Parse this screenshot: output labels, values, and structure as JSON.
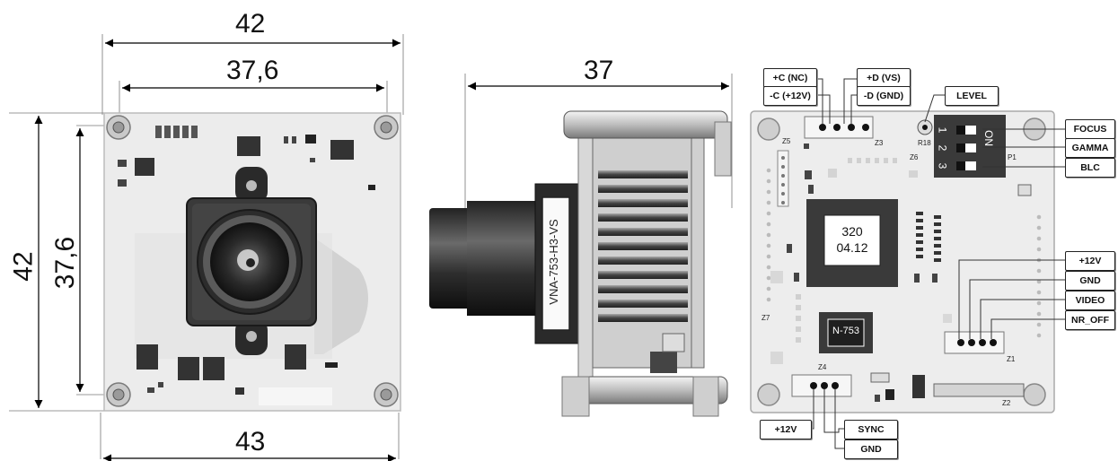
{
  "dimensions": {
    "front_width_outer": "42",
    "front_width_inner": "37,6",
    "front_height_outer": "42",
    "front_height_inner": "37,6",
    "front_bottom_width": "43",
    "side_depth": "37"
  },
  "lens_holder_text": "VNA-753-H3-VS",
  "pcb_markings": {
    "z5": "Z5",
    "z3": "Z3",
    "r18": "R18",
    "z6": "Z6",
    "p1": "P1",
    "z7": "Z7",
    "z1": "Z1",
    "z4": "Z4",
    "z2": "Z2",
    "dip_on": "ON",
    "dip_1": "1",
    "dip_2": "2",
    "dip_3": "3",
    "chip_main_line1": "320",
    "chip_main_line2": "04.12",
    "chip_secondary": "N-753"
  },
  "connector_labels": {
    "plus_c": "+C (NC)",
    "minus_c": "-C (+12V)",
    "plus_d": "+D (VS)",
    "minus_d": "-D (GND)",
    "level": "LEVEL",
    "focus": "FOCUS",
    "gamma": "GAMMA",
    "blc": "BLC",
    "v12_right": "+12V",
    "gnd_right": "GND",
    "video": "VIDEO",
    "nr_off": "NR_OFF",
    "v12_bottom": "+12V",
    "sync": "SYNC",
    "gnd_bottom": "GND"
  },
  "colors": {
    "pcb": "#ededed",
    "chip": "#3a3a3a",
    "lens_dark": "#1e1e1e",
    "line": "#111111"
  }
}
